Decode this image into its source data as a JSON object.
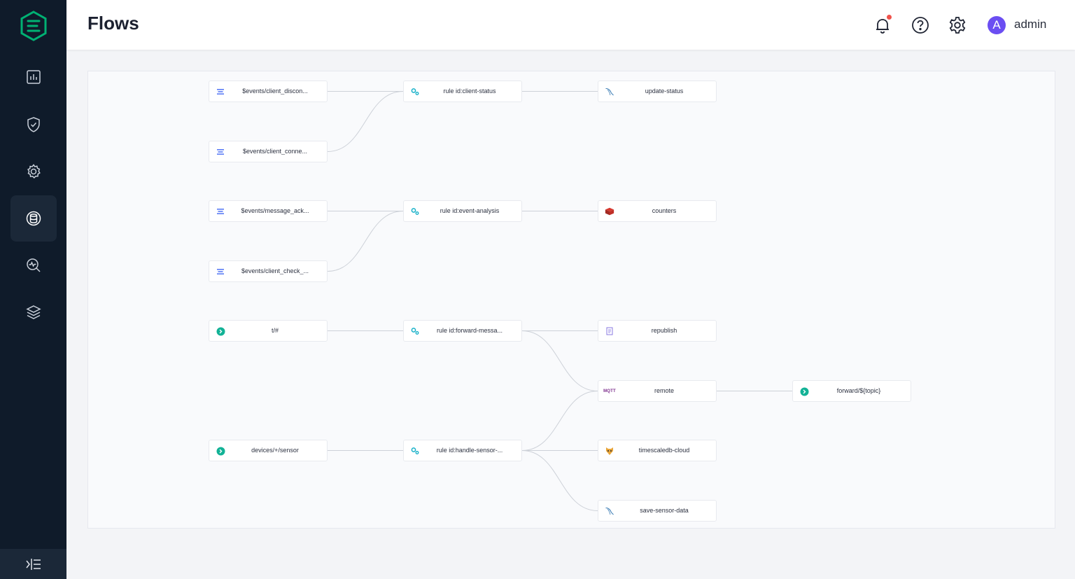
{
  "header": {
    "title": "Flows",
    "username": "admin",
    "avatar_initial": "A"
  },
  "colors": {
    "sidebar_bg": "#0f1b2a",
    "accent": "#00b173",
    "avatar": "#6b4ef2",
    "notification": "#f0524a"
  },
  "sidebar": {
    "items": [
      {
        "name": "dashboard",
        "icon": "chart-icon"
      },
      {
        "name": "access-control",
        "icon": "shield-icon"
      },
      {
        "name": "management",
        "icon": "gear-icon"
      },
      {
        "name": "integration",
        "icon": "database-icon",
        "active": true
      },
      {
        "name": "diagnose",
        "icon": "monitor-icon"
      },
      {
        "name": "extensions",
        "icon": "layers-icon"
      }
    ],
    "collapse_icon": "collapse-icon"
  },
  "flow": {
    "nodes": [
      {
        "id": "n1",
        "label": "$events/client_discon...",
        "icon": "event-icon"
      },
      {
        "id": "n2",
        "label": "$events/client_conne...",
        "icon": "event-icon"
      },
      {
        "id": "n3",
        "label": "$events/message_ack...",
        "icon": "event-icon"
      },
      {
        "id": "n4",
        "label": "$events/client_check_...",
        "icon": "event-icon"
      },
      {
        "id": "n5",
        "label": "t/#",
        "icon": "topic-icon"
      },
      {
        "id": "n6",
        "label": "devices/+/sensor",
        "icon": "topic-icon"
      },
      {
        "id": "r1",
        "label": "rule id:client-status",
        "icon": "rule-icon"
      },
      {
        "id": "r2",
        "label": "rule id:event-analysis",
        "icon": "rule-icon"
      },
      {
        "id": "r3",
        "label": "rule id:forward-messa...",
        "icon": "rule-icon"
      },
      {
        "id": "r4",
        "label": "rule id:handle-sensor-...",
        "icon": "rule-icon"
      },
      {
        "id": "a1",
        "label": "update-status",
        "icon": "mysql-icon"
      },
      {
        "id": "a2",
        "label": "counters",
        "icon": "redis-icon"
      },
      {
        "id": "a3",
        "label": "republish",
        "icon": "republish-icon"
      },
      {
        "id": "a4",
        "label": "remote",
        "icon": "mqtt-icon",
        "icon_text": "MQTT"
      },
      {
        "id": "a5",
        "label": "timescaledb-cloud",
        "icon": "timescale-icon"
      },
      {
        "id": "a6",
        "label": "save-sensor-data",
        "icon": "mysql-icon"
      },
      {
        "id": "f1",
        "label": "forward/${topic}",
        "icon": "topic-icon"
      }
    ],
    "edges": [
      [
        "n1",
        "r1"
      ],
      [
        "n2",
        "r1"
      ],
      [
        "r1",
        "a1"
      ],
      [
        "n3",
        "r2"
      ],
      [
        "n4",
        "r2"
      ],
      [
        "r2",
        "a2"
      ],
      [
        "n5",
        "r3"
      ],
      [
        "r3",
        "a3"
      ],
      [
        "r3",
        "a4"
      ],
      [
        "a4",
        "f1"
      ],
      [
        "n6",
        "r4"
      ],
      [
        "r4",
        "a4"
      ],
      [
        "r4",
        "a5"
      ],
      [
        "r4",
        "a6"
      ]
    ]
  }
}
